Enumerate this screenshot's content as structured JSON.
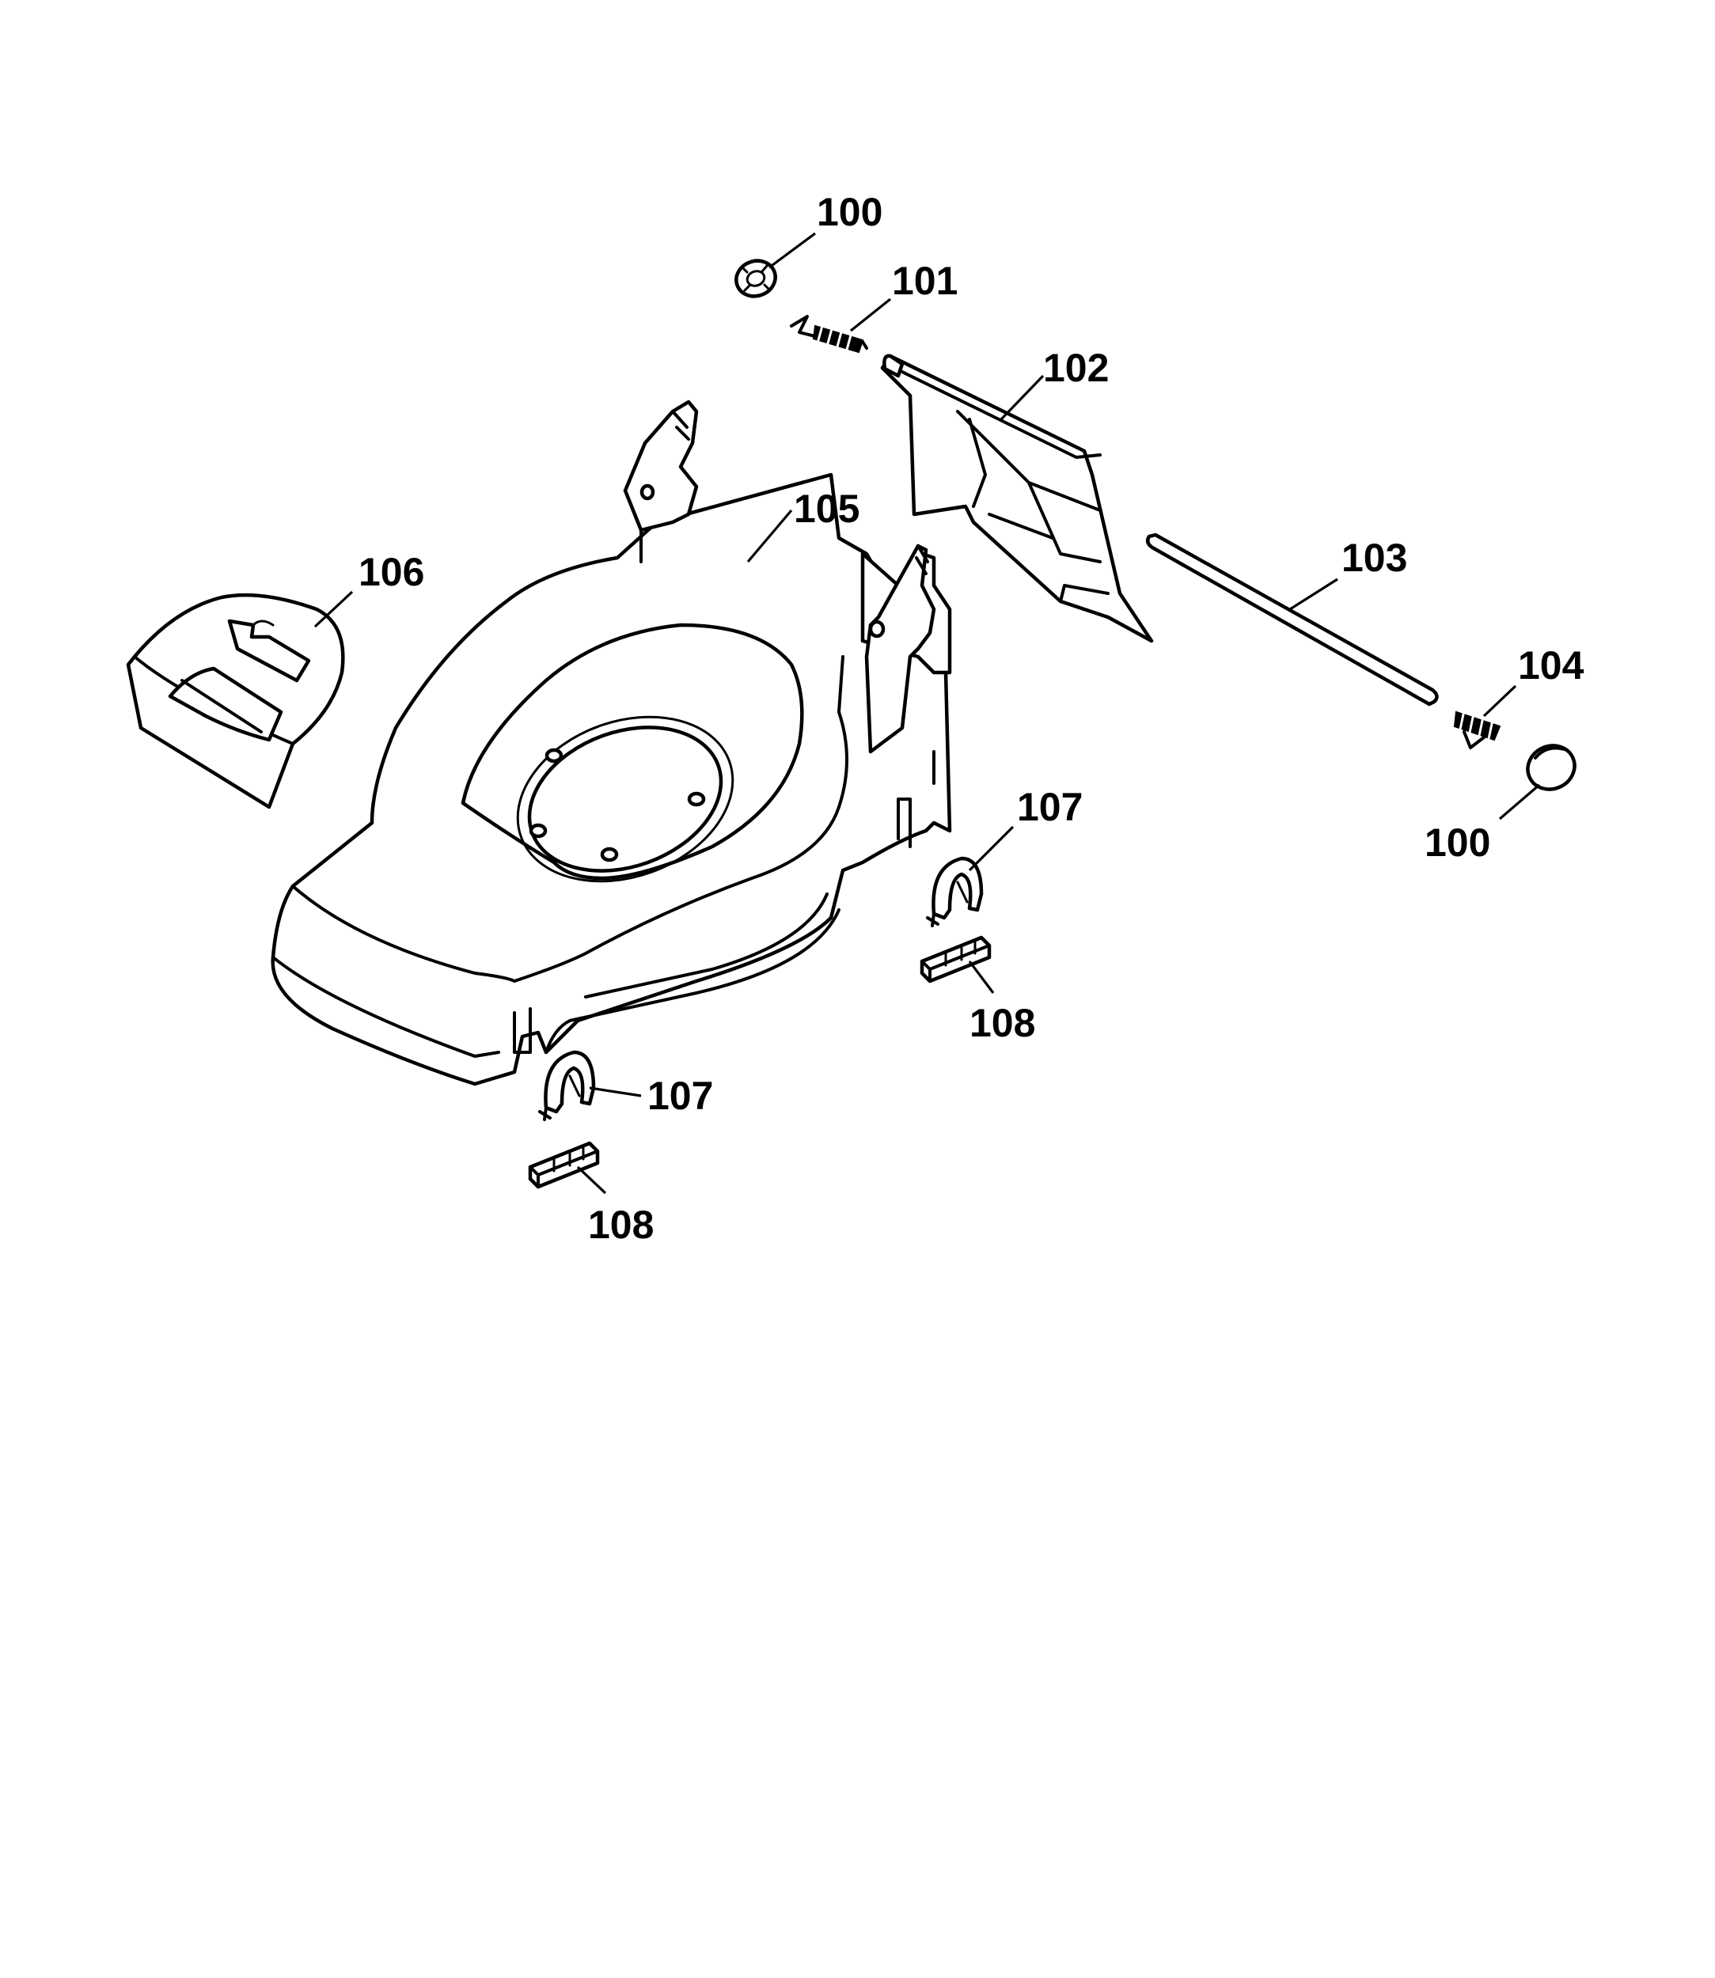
{
  "diagram": {
    "callouts": [
      {
        "id": "c100a",
        "label": "100"
      },
      {
        "id": "c101",
        "label": "101"
      },
      {
        "id": "c102",
        "label": "102"
      },
      {
        "id": "c103",
        "label": "103"
      },
      {
        "id": "c104",
        "label": "104"
      },
      {
        "id": "c100b",
        "label": "100"
      },
      {
        "id": "c105",
        "label": "105"
      },
      {
        "id": "c106",
        "label": "106"
      },
      {
        "id": "c107a",
        "label": "107"
      },
      {
        "id": "c107b",
        "label": "107"
      },
      {
        "id": "c108a",
        "label": "108"
      },
      {
        "id": "c108b",
        "label": "108"
      }
    ]
  }
}
